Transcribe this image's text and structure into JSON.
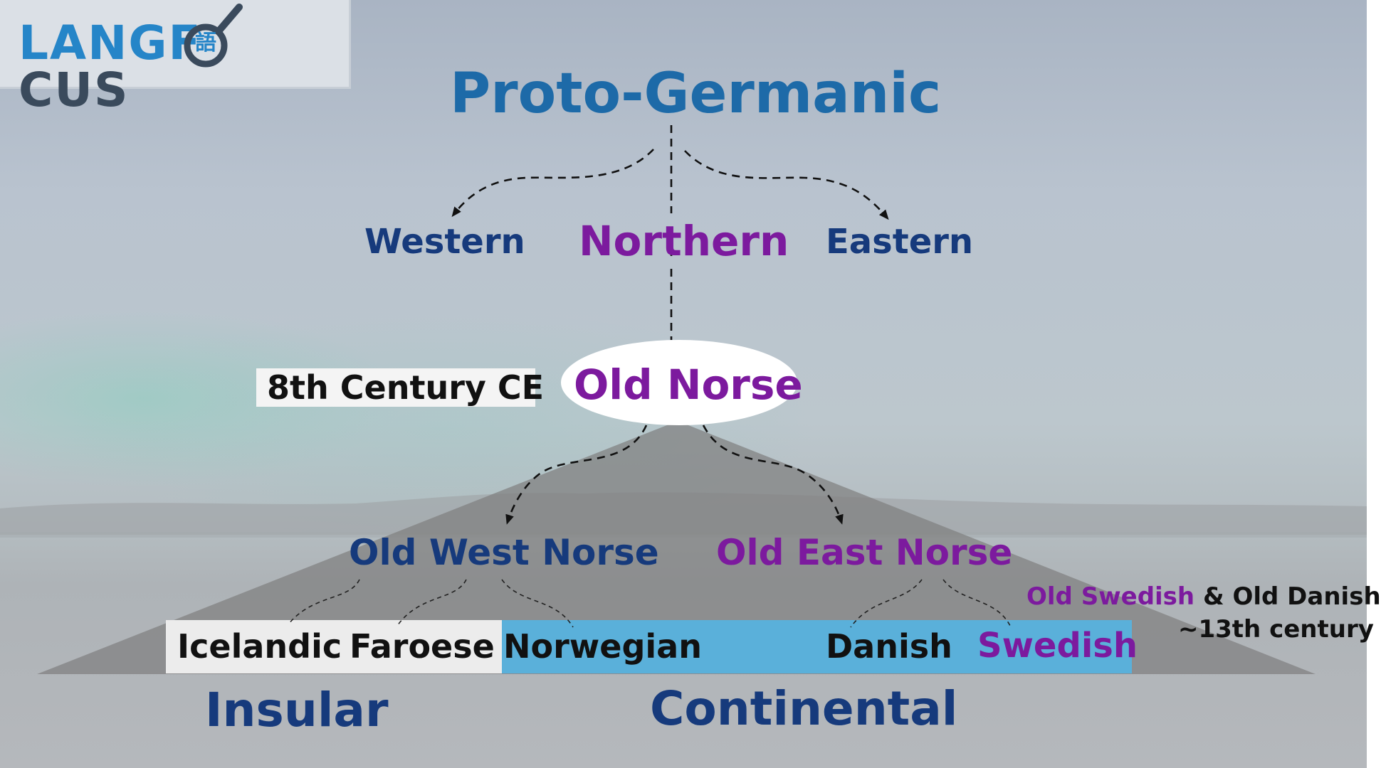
{
  "logo": {
    "part1": "LANG",
    "part2": "F",
    "lens_char": "語",
    "part3": "CUS",
    "brand_color": "#2585c8",
    "dark_color": "#3a4a5c"
  },
  "tree": {
    "root": "Proto-Germanic",
    "branches": {
      "western": "Western",
      "northern": "Northern",
      "eastern": "Eastern"
    },
    "old_norse": "Old Norse",
    "date_label": "8th Century CE",
    "subbranches": {
      "west": "Old West Norse",
      "east": "Old East Norse"
    },
    "languages": {
      "icelandic": "Icelandic",
      "faroese": "Faroese",
      "norwegian": "Norwegian",
      "danish": "Danish",
      "swedish": "Swedish"
    },
    "groups": {
      "insular": "Insular",
      "continental": "Continental"
    },
    "note": {
      "old_swedish": "Old Swedish",
      "rest": " & Old Danish",
      "date": "~13th century"
    }
  },
  "colors": {
    "blue_title": "#1d6aa8",
    "navy": "#163a7c",
    "purple": "#7c1a9e",
    "black": "#111111",
    "highlight_blue": "#5ab0da",
    "triangle": "#7f7f7f"
  }
}
